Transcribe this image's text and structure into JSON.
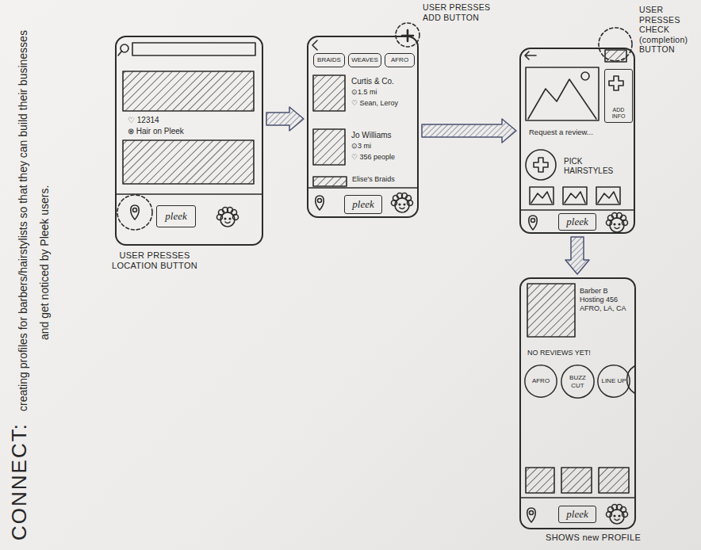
{
  "diagram": {
    "title": "CONNECT:",
    "nodes": [
      {
        "text": [
          "♡ 12314",
          "⊗ Hair on Pleek"
        ]
      },
      {
        "text": [
          "pleek"
        ],
        "in": 0
      },
      {
        "text": [
          "Curtis & Co.",
          "⊙1.5 mi",
          "♡ Sean, Leroy",
          "Jo Williams",
          "⊙3 mi",
          "♡ 356 people",
          "Elise's Braids"
        ]
      },
      {
        "text": [
          "BRAIDS"
        ],
        "in": 2
      },
      {
        "text": [
          "WEAVES"
        ],
        "in": 2
      },
      {
        "text": [
          "AFRO"
        ],
        "in": 2
      },
      {
        "text": [
          "pleek"
        ],
        "in": 2
      },
      {
        "text": [
          "Request a review...",
          "PICK HAIRSTYLES"
        ]
      },
      {
        "text": [
          "ADD INFO"
        ],
        "in": 7
      },
      {
        "text": [
          "pleek"
        ],
        "in": 7
      },
      {
        "text": [
          "Barber B Hosting 456 AFRO, LA, CA",
          "NO REVIEWS YET!"
        ]
      },
      {
        "text": [
          "AFRO"
        ],
        "in": 10
      },
      {
        "text": [
          "BUZZ CUT"
        ],
        "in": 10
      },
      {
        "text": [
          "LINE UP"
        ],
        "in": 10
      },
      {
        "text": [
          "pleek"
        ],
        "in": 10
      }
    ],
    "edges": [
      {
        "from": 0,
        "to": 2,
        "arrow": "to"
      },
      {
        "from": 2,
        "to": 7,
        "arrow": "to"
      },
      {
        "from": 7,
        "to": 10,
        "arrow": "to"
      }
    ],
    "labels": [
      "creating profiles for barbers/hairstylists so that they can build their businesses and get noticed by Pleek users.",
      "USER PRESSES LOCATION BUTTON",
      "USER PRESSES ADD BUTTON",
      "USER PRESSES CHECK (completion) BUTTON",
      "SHOWS new PROFILE"
    ]
  }
}
